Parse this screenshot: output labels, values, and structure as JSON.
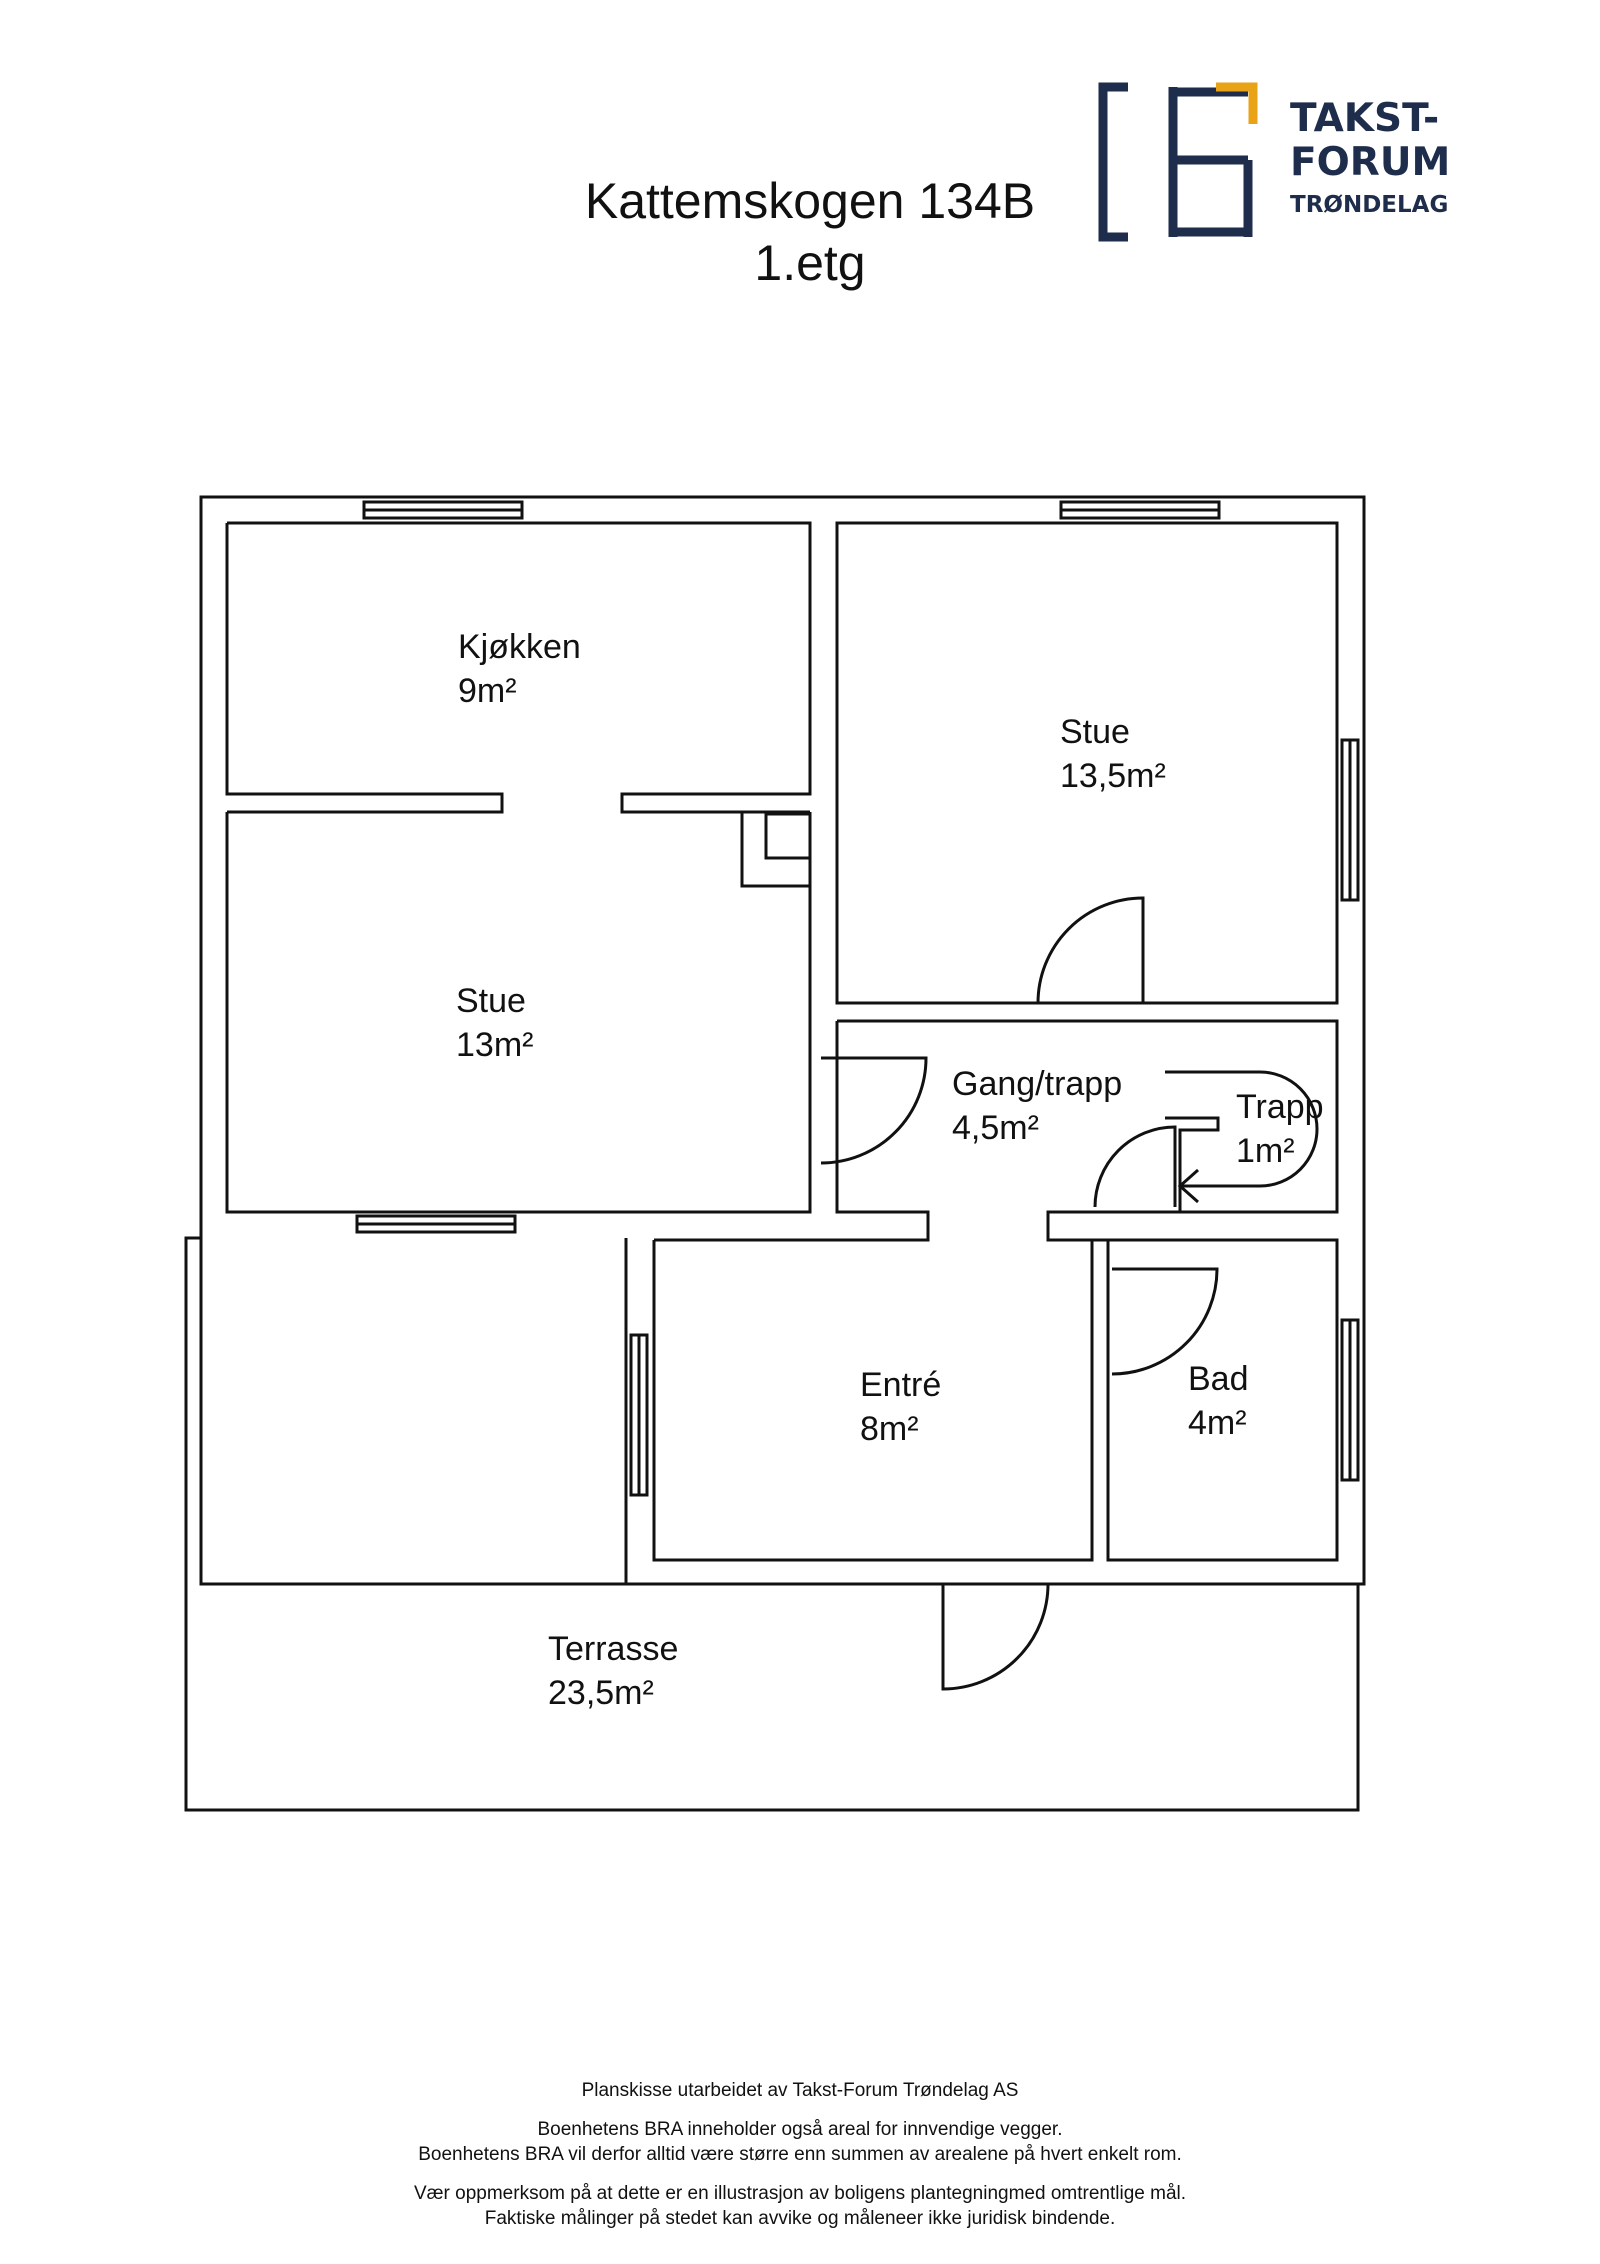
{
  "title": {
    "line1": "Kattemskogen 134B",
    "line2": "1.etg"
  },
  "logo": {
    "line1": "TAKST-",
    "line2": "FORUM",
    "line3": "TRØNDELAG",
    "colors": {
      "navy": "#1d2d4b",
      "gold": "#e9a317"
    }
  },
  "rooms": [
    {
      "id": "kjokken",
      "name": "Kjøkken",
      "area": "9m²"
    },
    {
      "id": "stue-east",
      "name": "Stue",
      "area": "13,5m²"
    },
    {
      "id": "stue-west",
      "name": "Stue",
      "area": "13m²"
    },
    {
      "id": "gang",
      "name": "Gang/trapp",
      "area": "4,5m²"
    },
    {
      "id": "trapp",
      "name": "Trapp",
      "area": "1m²"
    },
    {
      "id": "entre",
      "name": "Entré",
      "area": "8m²"
    },
    {
      "id": "bad",
      "name": "Bad",
      "area": "4m²"
    },
    {
      "id": "terrasse",
      "name": "Terrasse",
      "area": "23,5m²"
    }
  ],
  "footer": {
    "line1": "Planskisse utarbeidet av Takst-Forum Trøndelag AS",
    "line2": "Boenhetens BRA inneholder også areal for innvendige vegger.",
    "line3": "Boenhetens BRA vil derfor alltid være større enn summen av arealene på hvert enkelt rom.",
    "line4": "Vær oppmerksom på at dette er en illustrasjon av boligens plantegningmed omtrentlige mål.",
    "line5": "Faktiske målinger på stedet kan avvike og måleneer ikke juridisk bindende."
  }
}
